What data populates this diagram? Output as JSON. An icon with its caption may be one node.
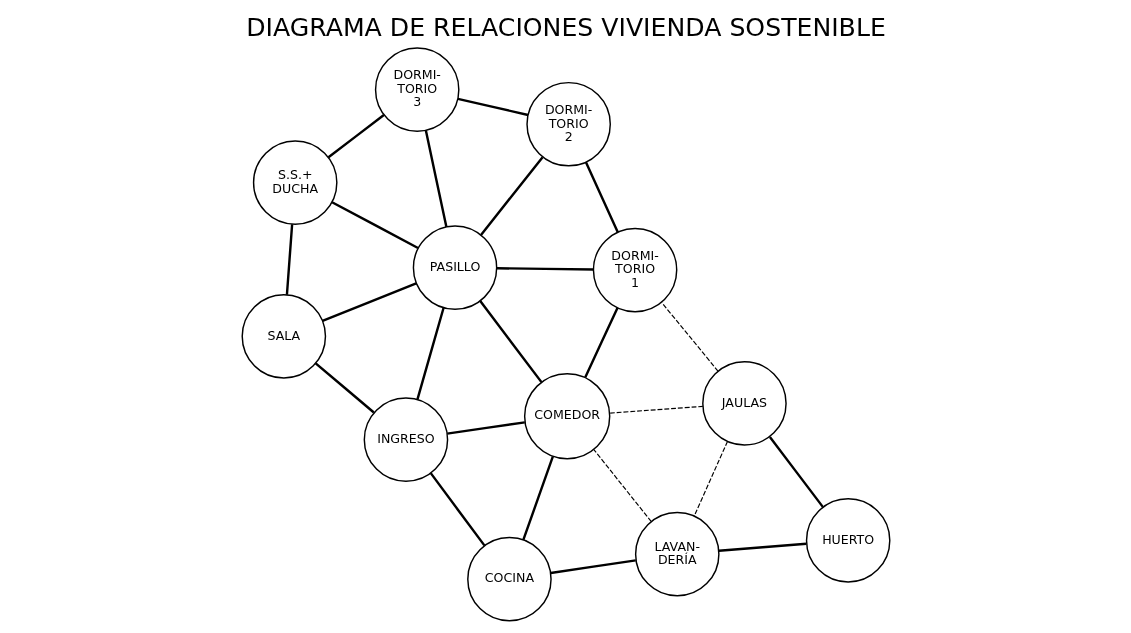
{
  "diagram": {
    "title": "DIAGRAMA DE RELACIONES VIVIENDA SOSTENIBLE",
    "nodes": [
      {
        "text": [
          "HUERTO"
        ]
      },
      {
        "text": [
          "JAULAS"
        ]
      },
      {
        "text": [
          "LAVAN- DERÍA"
        ]
      },
      {
        "text": [
          "DORMI- TORIO 1"
        ]
      },
      {
        "text": [
          "COMEDOR"
        ]
      },
      {
        "text": [
          "DORMI- TORIO 2"
        ]
      },
      {
        "text": [
          "COCINA"
        ]
      },
      {
        "text": [
          "PASILLO"
        ]
      },
      {
        "text": [
          "DORMI- TORIO 3"
        ]
      },
      {
        "text": [
          "INGRESO"
        ]
      },
      {
        "text": [
          "SALA"
        ]
      },
      {
        "text": [
          "S.S.+ DUCHA"
        ]
      }
    ],
    "edges": [
      {
        "from": 0,
        "to": 1,
        "arrow": "none"
      },
      {
        "from": 0,
        "to": 2,
        "arrow": "none"
      },
      {
        "from": 1,
        "to": 2,
        "arrow": "none",
        "style": "dashed"
      },
      {
        "from": 1,
        "to": 4,
        "arrow": "none",
        "style": "dashed"
      },
      {
        "from": 1,
        "to": 3,
        "arrow": "none",
        "style": "dashed"
      },
      {
        "from": 2,
        "to": 4,
        "arrow": "none",
        "style": "dashed"
      },
      {
        "from": 2,
        "to": 6,
        "arrow": "none"
      },
      {
        "from": 4,
        "to": 3,
        "arrow": "none"
      },
      {
        "from": 3,
        "to": 5,
        "arrow": "none"
      },
      {
        "from": 3,
        "to": 7,
        "arrow": "none"
      },
      {
        "from": 4,
        "to": 6,
        "arrow": "none"
      },
      {
        "from": 4,
        "to": 7,
        "arrow": "none"
      },
      {
        "from": 4,
        "to": 9,
        "arrow": "none"
      },
      {
        "from": 5,
        "to": 7,
        "arrow": "none"
      },
      {
        "from": 5,
        "to": 8,
        "arrow": "none"
      },
      {
        "from": 7,
        "to": 8,
        "arrow": "none"
      },
      {
        "from": 6,
        "to": 9,
        "arrow": "none"
      },
      {
        "from": 9,
        "to": 7,
        "arrow": "none"
      },
      {
        "from": 7,
        "to": 10,
        "arrow": "none"
      },
      {
        "from": 7,
        "to": 11,
        "arrow": "none"
      },
      {
        "from": 8,
        "to": 11,
        "arrow": "none"
      },
      {
        "from": 9,
        "to": 10,
        "arrow": "none"
      },
      {
        "from": 10,
        "to": 11,
        "arrow": "none"
      }
    ]
  }
}
